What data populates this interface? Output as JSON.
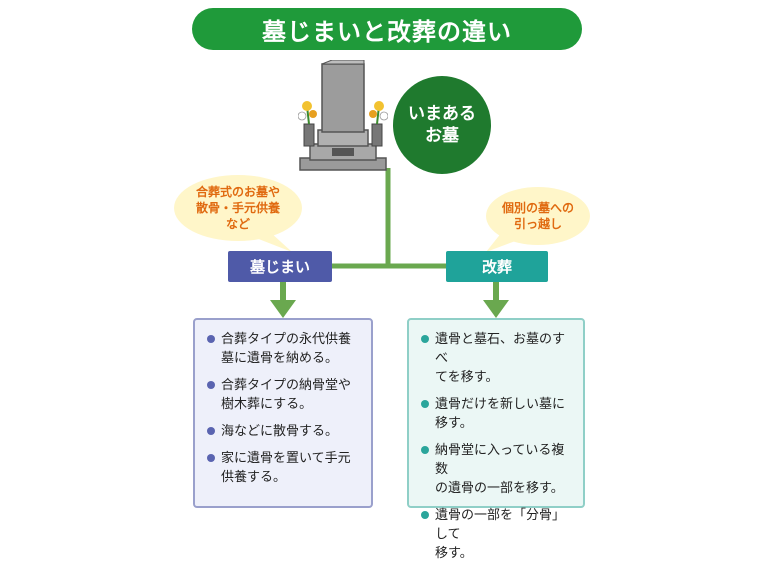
{
  "title": "墓じまいと改葬の違い",
  "circle_label": [
    "いまある",
    "お墓"
  ],
  "bubble_left": [
    "合葬式のお墓や",
    "散骨・手元供養",
    "など"
  ],
  "bubble_right": [
    "個別の墓への",
    "引っ越し"
  ],
  "left_branch": {
    "label": "墓じまい",
    "items": [
      [
        "合葬タイプの永代供養",
        "墓に遺骨を納める。"
      ],
      [
        "合葬タイプの納骨堂や",
        "樹木葬にする。"
      ],
      [
        "海などに散骨する。"
      ],
      [
        "家に遺骨を置いて手元",
        "供養する。"
      ]
    ]
  },
  "right_branch": {
    "label": "改葬",
    "items": [
      [
        "遺骨と墓石、お墓のすべ",
        "てを移す。"
      ],
      [
        "遺骨だけを新しい墓に",
        "移す。"
      ],
      [
        "納骨堂に入っている複数",
        "の遺骨の一部を移す。"
      ],
      [
        "遺骨の一部を「分骨」して",
        "移す。"
      ]
    ]
  },
  "colors": {
    "title_green": "#1f9a3a",
    "circle_green": "#1f7a2e",
    "connector_green": "#6aa84f",
    "bubble_fill": "#fff6c9",
    "bubble_text": "#e06a10",
    "left_label": "#4f5aa8",
    "left_box_fill": "#eef0fa",
    "left_box_border": "#9aa0cc",
    "left_dot": "#5a64b0",
    "right_label": "#1fa39a",
    "right_box_fill": "#ebf7f5",
    "right_box_border": "#8fcfc7",
    "right_dot": "#2aa59b"
  }
}
